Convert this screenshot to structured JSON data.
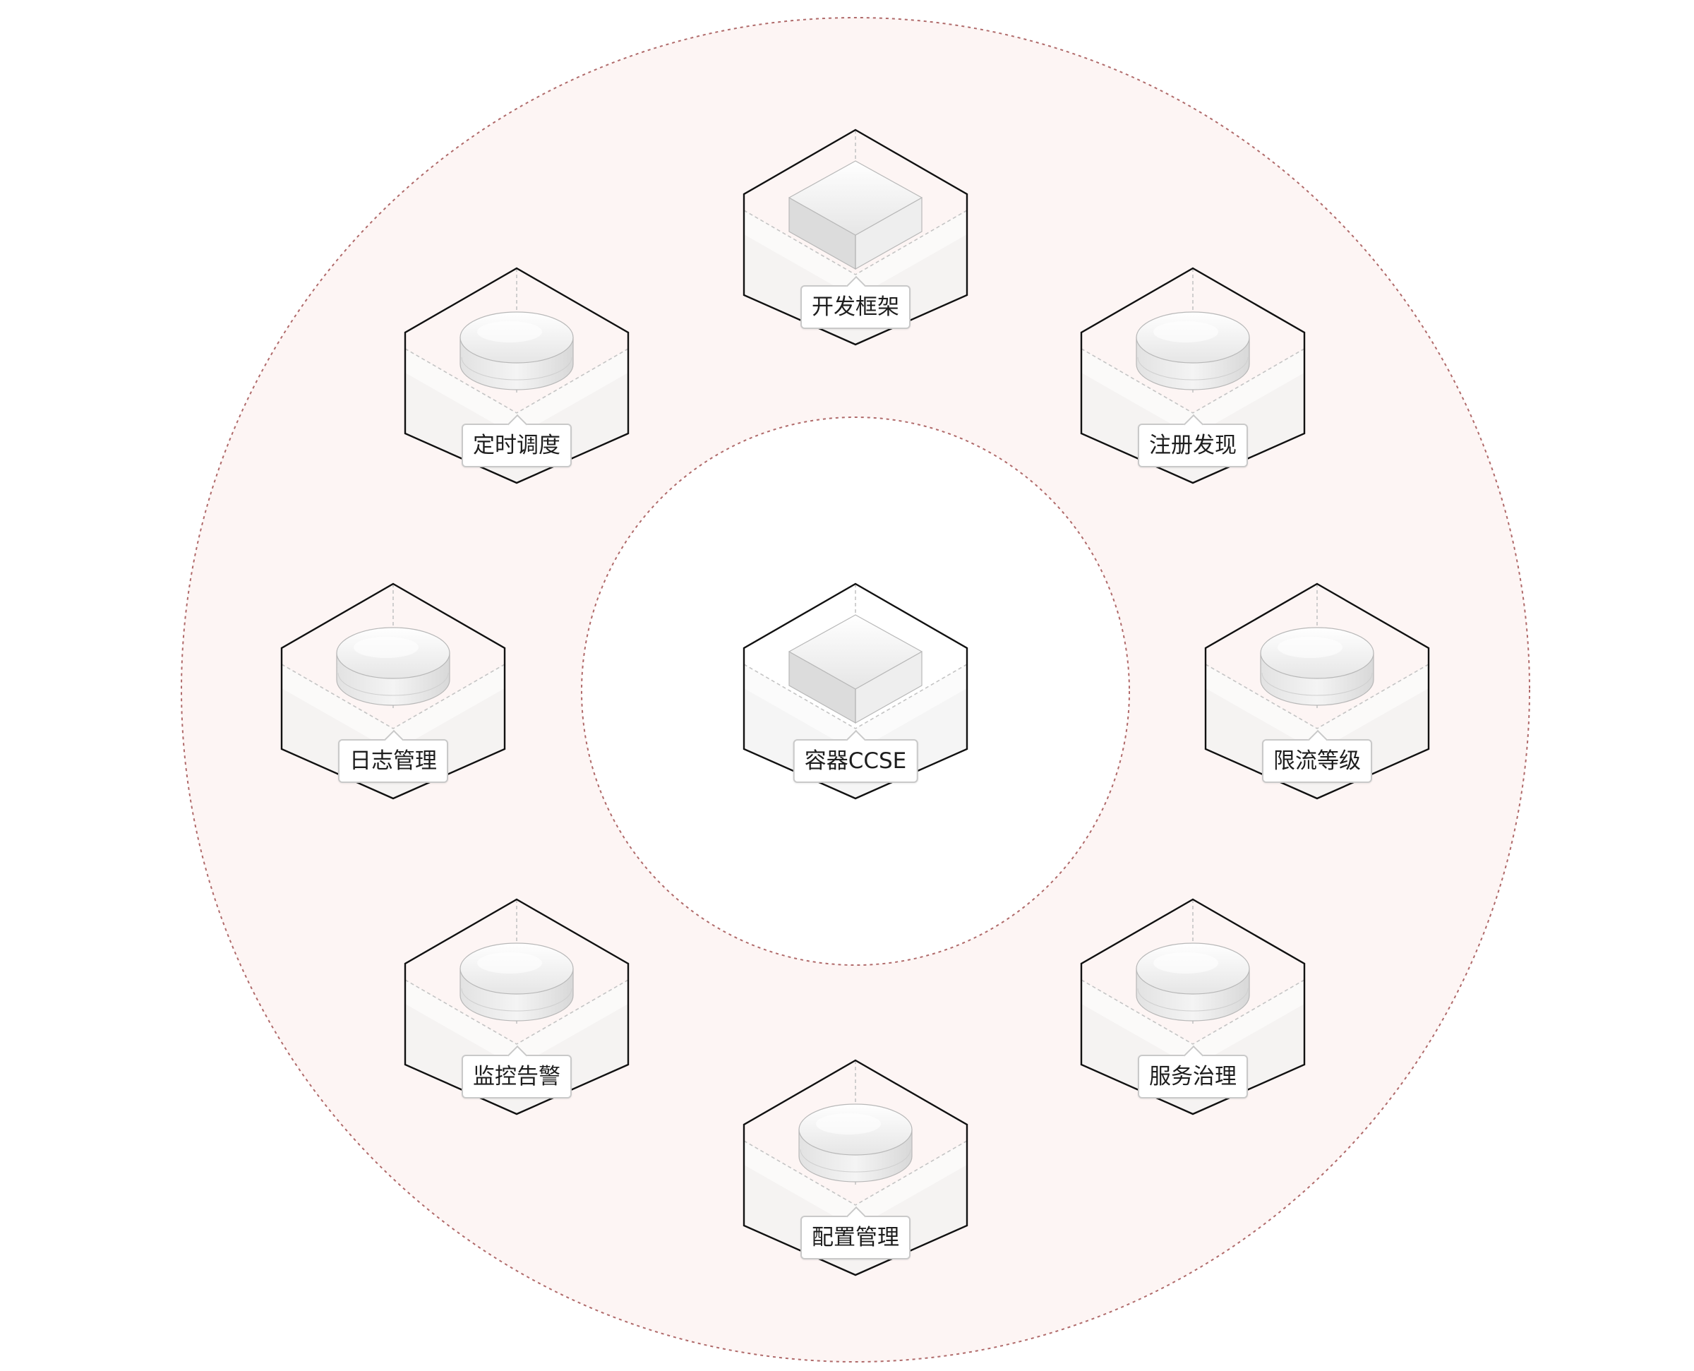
{
  "diagram": {
    "colors": {
      "outer_ring_fill": "#fdf5f4",
      "ring_stroke": "#b06a6a",
      "inner_fill": "#ffffff",
      "hex_stroke": "#111111",
      "dashed_line": "#c4c4c4",
      "floor_fill": "#f1f1f1",
      "label_border": "#c9c9c9"
    },
    "center": {
      "id": "ccse",
      "label": "容器CCSE",
      "shape": "box"
    },
    "services": [
      {
        "id": "dev-framework",
        "label": "开发框架",
        "shape": "box"
      },
      {
        "id": "registry",
        "label": "注册发现",
        "shape": "cylinder"
      },
      {
        "id": "rate-limit",
        "label": "限流等级",
        "shape": "cylinder"
      },
      {
        "id": "governance",
        "label": "服务治理",
        "shape": "cylinder"
      },
      {
        "id": "config",
        "label": "配置管理",
        "shape": "cylinder"
      },
      {
        "id": "monitoring",
        "label": "监控告警",
        "shape": "cylinder"
      },
      {
        "id": "logging",
        "label": "日志管理",
        "shape": "cylinder"
      },
      {
        "id": "scheduling",
        "label": "定时调度",
        "shape": "cylinder"
      }
    ],
    "edges": []
  }
}
